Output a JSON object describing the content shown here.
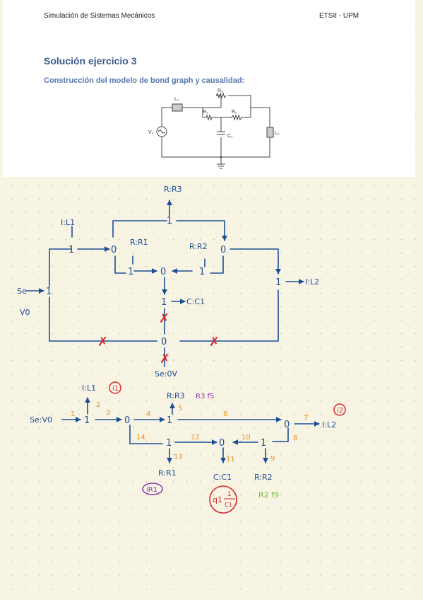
{
  "header": {
    "left": "Simulación de Sistemas Mecánicos",
    "right": "ETSII - UPM"
  },
  "title": "Solución ejercicio 3",
  "subtitle": "Construcción del modelo de bond graph y causalidad:",
  "circuit": {
    "L1": "L₁",
    "R3": "R₃",
    "R1": "R₁",
    "R2": "R₂",
    "V0": "V₀",
    "C1": "C₁",
    "L2": "L₂"
  },
  "sketch1": {
    "rr3": "R:R3",
    "il1": "I:L1",
    "rr1": "R:R1",
    "rr2": "R:R2",
    "se": "Se",
    "v0": "V0",
    "il2": "I:L2",
    "cc1": "C:C1",
    "se0v": "Se:0V",
    "one": "1",
    "zero": "0",
    "cross": "✗"
  },
  "sketch2": {
    "il1": "I:L1",
    "i1": "i1",
    "rr3": "R:R3",
    "r3f5": "R3 f5",
    "sev0": "Se:V0",
    "il2": "I:L2",
    "i2": "i2",
    "rr1": "R:R1",
    "cc1": "C:C1",
    "rr2": "R:R2",
    "ir1": "iR1",
    "q1": "q1",
    "frac_num": "1",
    "frac_den": "C1",
    "r2f9": "R2 f9",
    "b1": "1",
    "b2": "2",
    "b3": "3",
    "b4": "4",
    "b5": "5",
    "b6": "6",
    "b7": "7",
    "b8": "8",
    "b9": "9",
    "b10": "10",
    "b11": "11",
    "b12": "12",
    "b13": "13",
    "b14": "14"
  }
}
